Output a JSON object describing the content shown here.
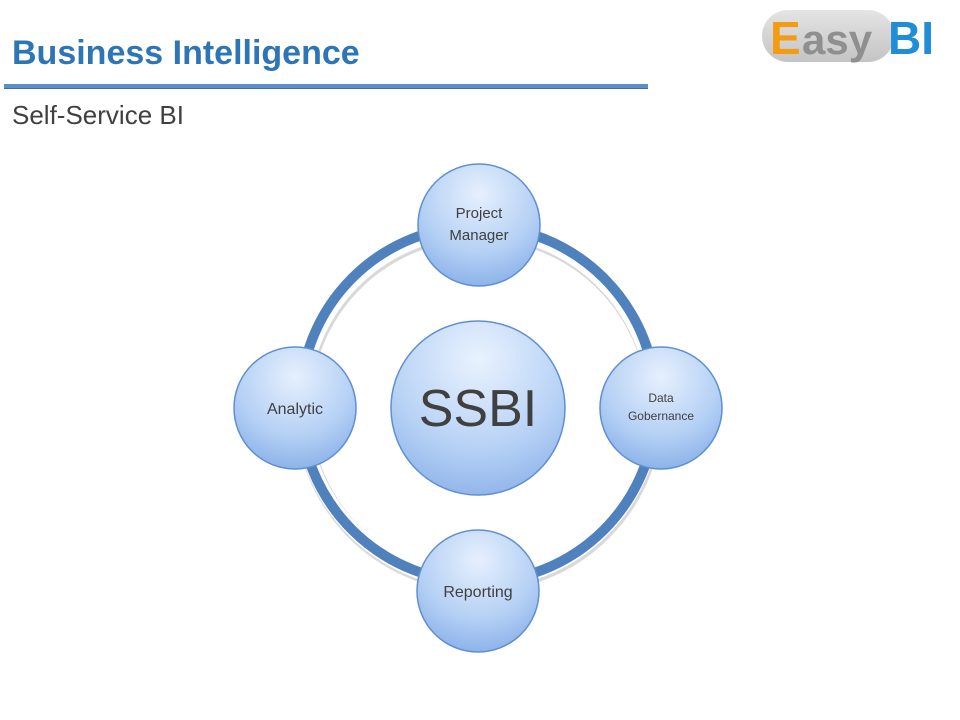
{
  "header": {
    "title": "Business Intelligence",
    "subtitle": "Self-Service BI"
  },
  "logo": {
    "letter_e": "E",
    "text_asy": "asy",
    "text_bi": "BI"
  },
  "diagram": {
    "center": "SSBI",
    "nodes": {
      "top_line1": "Project",
      "top_line2": "Manager",
      "right_line1": "Data",
      "right_line2": "Gobernance",
      "bottom": "Reporting",
      "left": "Analytic"
    }
  },
  "colors": {
    "title": "#2e75b6",
    "ring": "#4f81bd",
    "circle_light": "#dce9fb",
    "circle_mid": "#a9c8f2",
    "circle_dark": "#6f9fe0",
    "logo_orange": "#f39c12",
    "logo_gray": "#9a9a9a",
    "logo_blue": "#1f8ed6"
  }
}
